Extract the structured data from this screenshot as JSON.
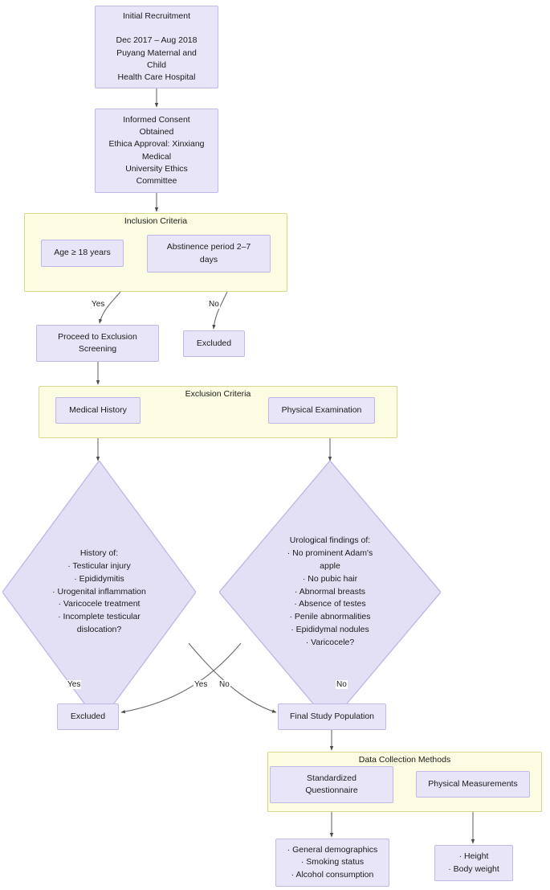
{
  "diagram": {
    "title": "Study participant selection and data collection flowchart",
    "colors": {
      "node_fill": "#e8e5f8",
      "node_border": "#c0b9e8",
      "group_fill": "#fcfce2",
      "group_border": "#d7d78d",
      "edge": "#606060",
      "text": "#1b1b1b",
      "background": "#ffffff"
    }
  },
  "nodes": {
    "initial_recruitment": "Initial Recruitment\n\nDec 2017 – Aug 2018\nPuyang Maternal and\nChild\nHealth Care Hospital",
    "informed_consent": "Informed Consent\nObtained\nEthica  Approval: Xinxiang\nMedical\nUniversity Ethics\nCommittee",
    "age_criterion": "Age ≥ 18 years",
    "abstinence_criterion": "Abstinence period 2–7\ndays",
    "proceed_to_exclusion": "Proceed to Exclusion\nScreening",
    "excluded_top": "Excluded",
    "medical_history": "Medical History",
    "physical_examination": "Physical Examination",
    "history_diamond": "History of:\n· Testicular injury\n· Epididymitis\n· Urogenital inflammation\n· Varicocele treatment\n· Incomplete testicular\ndislocation?",
    "urological_diamond": "Urological findings of:\n· No prominent Adam's\napple\n· No pubic hair\n· Abnormal breasts\n· Absence of testes\n· Penile abnormalities\n· Epididymal nodules\n· Varicocele?",
    "excluded_bottom": "Excluded",
    "final_study_population": "Final Study Population",
    "standardized_questionnaire": "Standardized\nQuestionnaire",
    "physical_measurements": "Physical Measurements",
    "questionnaire_outputs": "· General demographics\n· Smoking status\n· Alcohol consumption",
    "measurement_outputs": "· Height\n· Body weight"
  },
  "groups": {
    "inclusion_criteria": "Inclusion Criteria",
    "exclusion_criteria": "Exclusion Criteria",
    "data_collection_methods": "Data Collection Methods"
  },
  "edge_labels": {
    "inclusion_yes": "Yes",
    "inclusion_no": "No",
    "history_yes": "Yes",
    "urological_yes": "Yes",
    "history_no": "No",
    "urological_no": "No"
  }
}
